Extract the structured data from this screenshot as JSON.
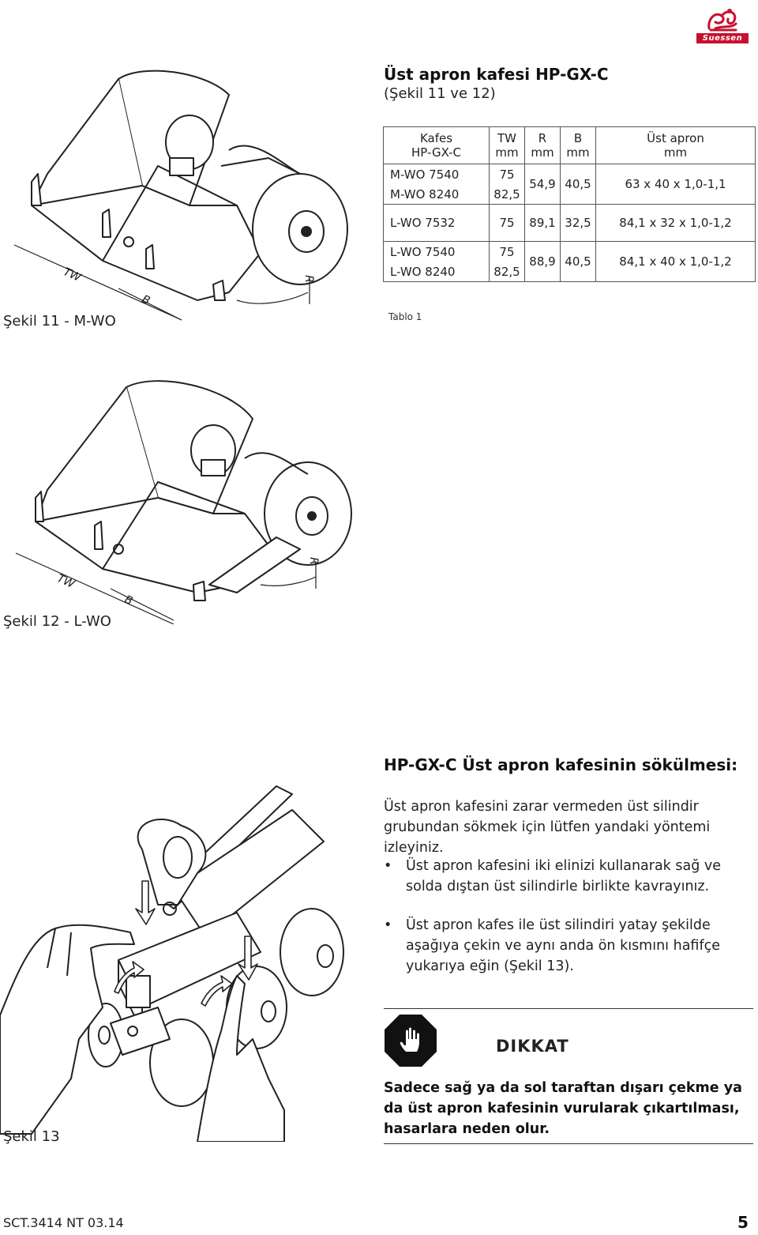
{
  "logo": {
    "wordmark": "Suessen",
    "brand_color": "#c8102e"
  },
  "section": {
    "title": "Üst apron kafesi HP-GX-C",
    "subtitle": "(Şekil 11 ve 12)"
  },
  "table": {
    "headers": {
      "col1": [
        "Kafes",
        "HP-GX-C"
      ],
      "col2": [
        "TW",
        "mm"
      ],
      "col3": [
        "R",
        "mm"
      ],
      "col4": [
        "B",
        "mm"
      ],
      "col5": [
        "Üst apron",
        "mm"
      ]
    },
    "rows": [
      {
        "kafes": "M-WO 7540",
        "tw": "75"
      },
      {
        "kafes": "M-WO 8240",
        "tw": "82,5"
      },
      {
        "kafes": "L-WO 7532",
        "tw": "75",
        "r": "89,1",
        "b": "32,5",
        "apron": "84,1 x 32 x 1,0-1,2"
      },
      {
        "kafes": "L-WO 7540",
        "tw": "75"
      },
      {
        "kafes": "L-WO 8240",
        "tw": "82,5"
      }
    ],
    "group1": {
      "r": "54,9",
      "b": "40,5",
      "apron": "63 x 40 x 1,0-1,1"
    },
    "group3": {
      "r": "88,9",
      "b": "40,5",
      "apron": "84,1 x 40 x 1,0-1,2"
    },
    "caption": "Tablo 1"
  },
  "figures": {
    "fig11": {
      "caption": "Şekil 11 - M-WO",
      "labels": {
        "tw": "TW",
        "b": "B",
        "r": "R"
      }
    },
    "fig12": {
      "caption": "Şekil 12 - L-WO",
      "labels": {
        "tw": "TW",
        "b": "B",
        "r": "R"
      }
    },
    "fig13": {
      "caption": "Şekil 13"
    }
  },
  "removal": {
    "title": "HP-GX-C Üst apron kafesinin sökülmesi:",
    "intro": "Üst apron kafesini zarar vermeden üst silindir grubundan sökmek için lütfen yandaki yöntemi izleyiniz.",
    "bullets": [
      "Üst apron kafesini iki elinizi kullanarak sağ ve solda dıştan üst silindirle birlikte kavrayınız.",
      "Üst apron kafes ile üst silindiri yatay şekilde aşağıya çekin ve aynı anda ön kısmını hafifçe yukarıya eğin (Şekil 13)."
    ]
  },
  "caution": {
    "label": "DIKKAT",
    "icon": "stop-hand-icon",
    "text": "Sadece sağ ya da sol taraftan dışarı çekme ya da üst apron kafesinin vurularak çıkartılması, hasarlara neden olur."
  },
  "footer": {
    "code": "SCT.3414 NT 03.14",
    "page": "5"
  }
}
